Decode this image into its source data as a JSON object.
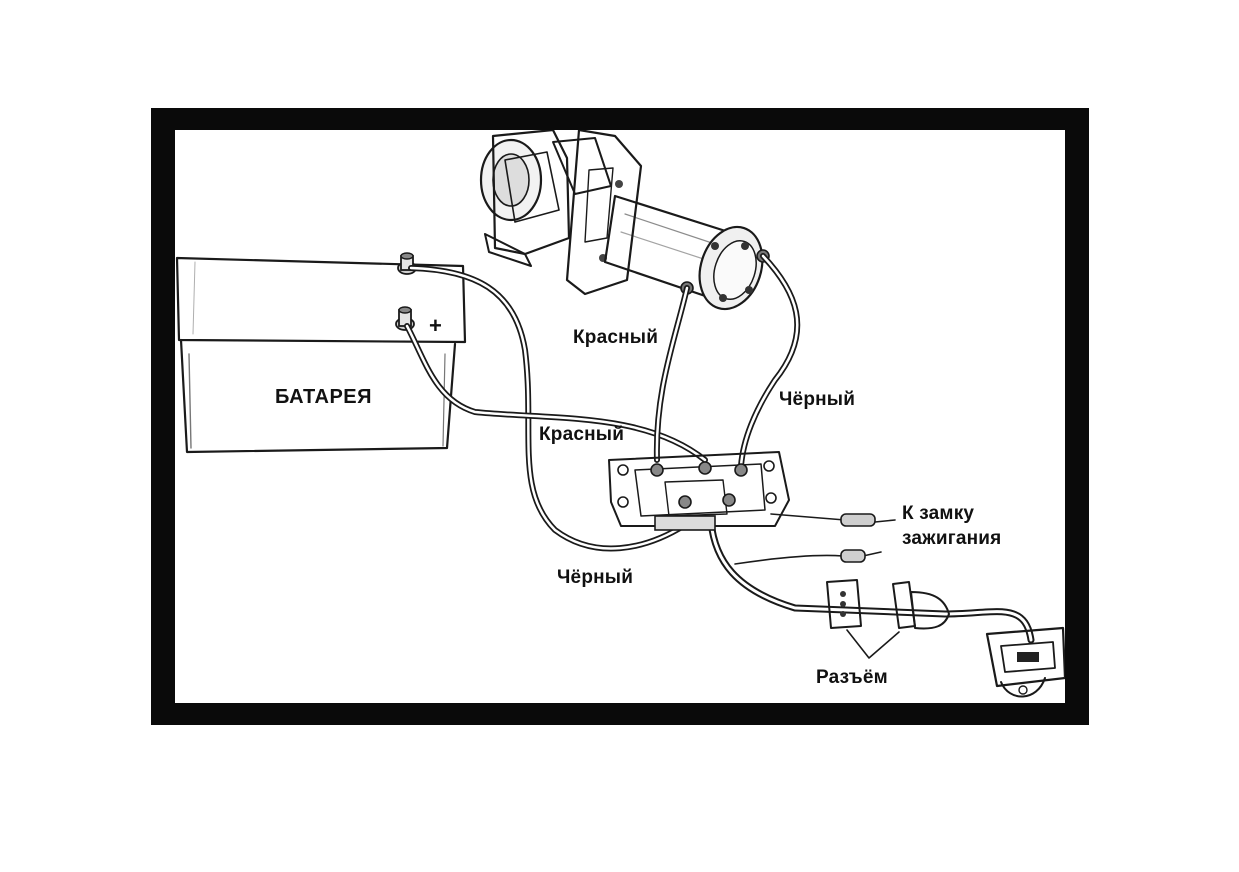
{
  "diagram": {
    "labels": {
      "battery": "БАТАРЕЯ",
      "plus": "+",
      "red_top": "Красный",
      "black_right": "Чёрный",
      "red_mid": "Красный",
      "black_bottom": "Чёрный",
      "ignition_line1": "К замку",
      "ignition_line2": "зажигания",
      "connector": "Разъём"
    },
    "components": [
      "battery",
      "winch",
      "control-box",
      "ignition-wires",
      "connector-plug",
      "remote-control"
    ],
    "colors": {
      "frame": "#0a0a0a",
      "background": "#ffffff",
      "ink": "#1a1a1a"
    }
  }
}
